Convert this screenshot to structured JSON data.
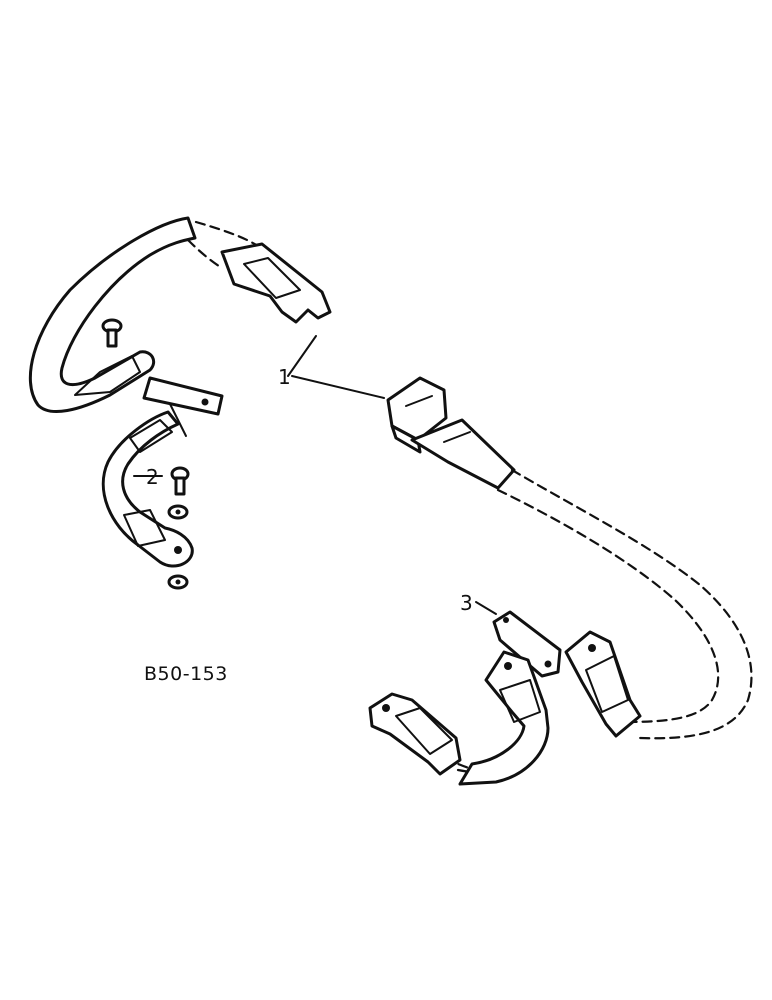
{
  "figure": {
    "reference_code": "B50-153",
    "callouts": [
      {
        "label": "1",
        "part": "seat-belt-buckle-assembly"
      },
      {
        "label": "2",
        "part": "anchor-strap"
      },
      {
        "label": "3",
        "part": "mounting-bracket"
      }
    ]
  },
  "colors": {
    "ink": "#111111",
    "background": "#ffffff"
  }
}
